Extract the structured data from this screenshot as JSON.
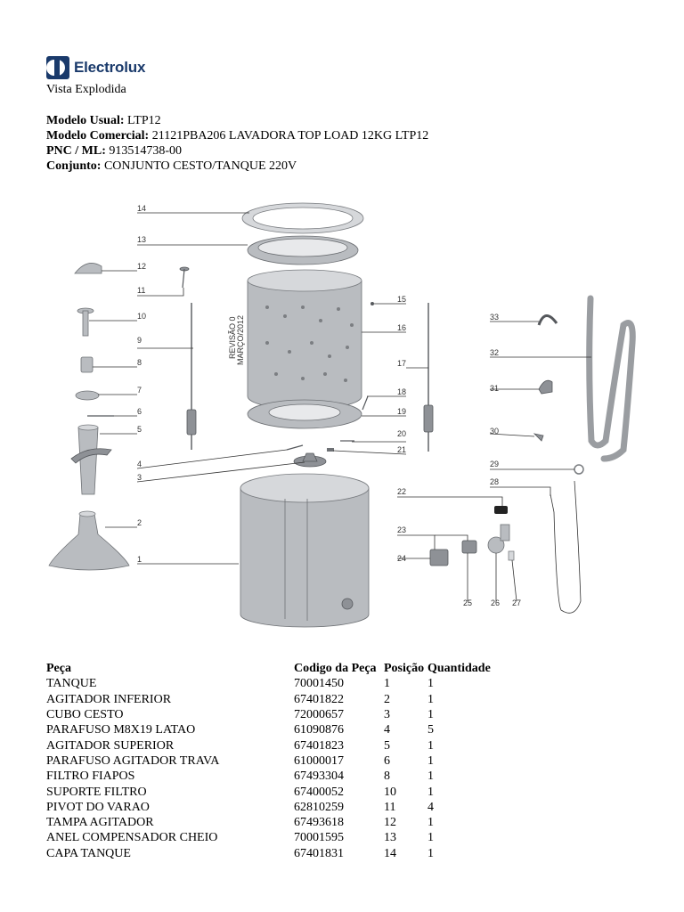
{
  "header": {
    "brand": "Electrolux",
    "subtitle": "Vista Explodida"
  },
  "info": [
    {
      "label": "Modelo Usual:",
      "value": "LTP12"
    },
    {
      "label": "Modelo Comercial:",
      "value": "21121PBA206 LAVADORA TOP LOAD 12KG LTP12"
    },
    {
      "label": "PNC / ML:",
      "value": "913514738-00"
    },
    {
      "label": "Conjunto:",
      "value": "CONJUNTO CESTO/TANQUE 220V"
    }
  ],
  "diagram": {
    "labels": [
      "1",
      "2",
      "3",
      "4",
      "5",
      "6",
      "7",
      "8",
      "9",
      "10",
      "11",
      "12",
      "13",
      "14",
      "15",
      "16",
      "17",
      "18",
      "19",
      "20",
      "21",
      "22",
      "23",
      "24",
      "25",
      "26",
      "27",
      "28",
      "29",
      "30",
      "31",
      "32",
      "33"
    ],
    "revision_text": [
      "REVISÃO 0",
      "MARÇO/2012"
    ]
  },
  "table": {
    "headers": [
      "Peça",
      "Codigo da Peça",
      "Posição",
      "Quantidade"
    ],
    "rows": [
      {
        "name": "TANQUE",
        "code": "70001450",
        "pos": "1",
        "qty": "1"
      },
      {
        "name": "AGITADOR INFERIOR",
        "code": "67401822",
        "pos": "2",
        "qty": "1"
      },
      {
        "name": "CUBO CESTO",
        "code": "72000657",
        "pos": "3",
        "qty": "1"
      },
      {
        "name": "PARAFUSO M8X19 LATAO",
        "code": "61090876",
        "pos": "4",
        "qty": "5"
      },
      {
        "name": "AGITADOR SUPERIOR",
        "code": "67401823",
        "pos": "5",
        "qty": "1"
      },
      {
        "name": "PARAFUSO AGITADOR TRAVA",
        "code": "61000017",
        "pos": "6",
        "qty": "1"
      },
      {
        "name": "FILTRO FIAPOS",
        "code": "67493304",
        "pos": "8",
        "qty": "1"
      },
      {
        "name": "SUPORTE FILTRO",
        "code": "67400052",
        "pos": "10",
        "qty": "1"
      },
      {
        "name": "PIVOT DO VARAO",
        "code": "62810259",
        "pos": "11",
        "qty": "4"
      },
      {
        "name": "TAMPA AGITADOR",
        "code": "67493618",
        "pos": "12",
        "qty": "1"
      },
      {
        "name": "ANEL COMPENSADOR CHEIO",
        "code": "70001595",
        "pos": "13",
        "qty": "1"
      },
      {
        "name": "CAPA TANQUE",
        "code": "67401831",
        "pos": "14",
        "qty": "1"
      }
    ]
  }
}
